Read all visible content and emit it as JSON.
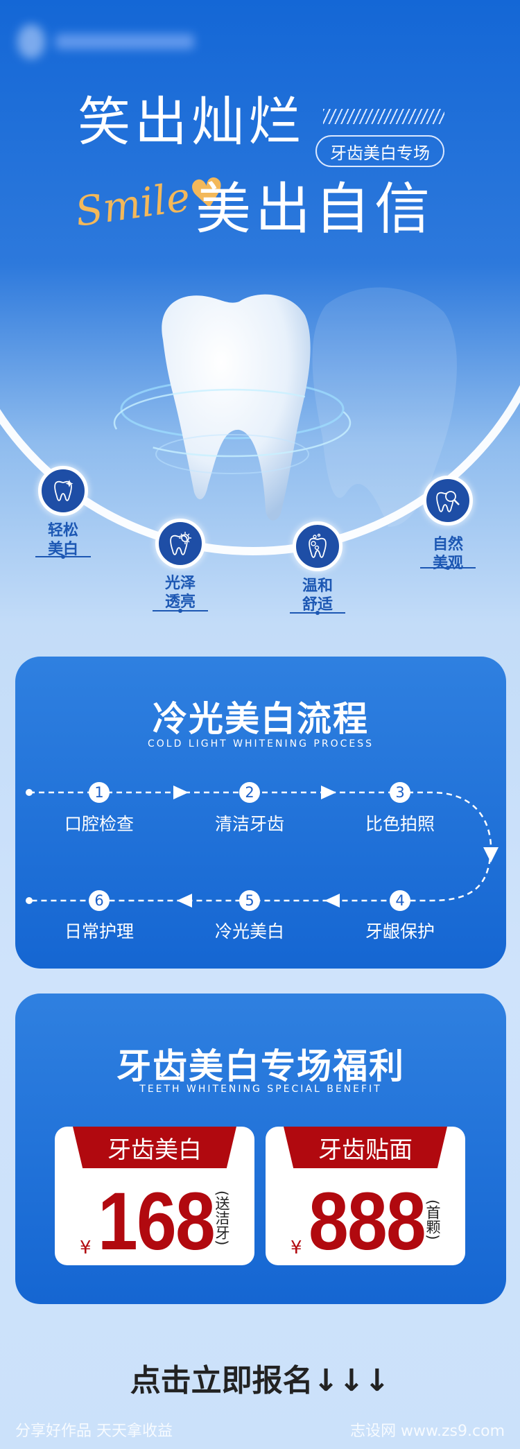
{
  "hero": {
    "title_line1": "笑出灿烂",
    "title_line2": "美出自信",
    "script": "Smile♥",
    "badge": "牙齿美白专场"
  },
  "features": [
    {
      "label1": "轻松",
      "label2": "美白",
      "icon": "tooth-sparkle-icon"
    },
    {
      "label1": "光泽",
      "label2": "透亮",
      "icon": "tooth-sun-icon"
    },
    {
      "label1": "温和",
      "label2": "舒适",
      "icon": "tooth-bubbles-icon"
    },
    {
      "label1": "自然",
      "label2": "美观",
      "icon": "tooth-magnifier-icon"
    }
  ],
  "process": {
    "title": "冷光美白流程",
    "subtitle": "COLD LIGHT WHITENING PROCESS",
    "steps": [
      {
        "n": "1",
        "label": "口腔检查"
      },
      {
        "n": "2",
        "label": "清洁牙齿"
      },
      {
        "n": "3",
        "label": "比色拍照"
      },
      {
        "n": "4",
        "label": "牙龈保护"
      },
      {
        "n": "5",
        "label": "冷光美白"
      },
      {
        "n": "6",
        "label": "日常护理"
      }
    ]
  },
  "benefit": {
    "title": "牙齿美白专场福利",
    "subtitle": "TEETH WHITENING SPECIAL BENEFIT",
    "offers": [
      {
        "name": "牙齿美白",
        "currency": "¥",
        "price": "168",
        "note": "(送洁牙)"
      },
      {
        "name": "牙齿贴面",
        "currency": "¥",
        "price": "888",
        "note": "(首颗)"
      }
    ]
  },
  "cta": "点击立即报名↓↓↓",
  "footer": {
    "left": "分享好作品 天天拿收益",
    "right": "志设网 www.zs9.com"
  },
  "colors": {
    "primary": "#1566d2",
    "price_red": "#b1090f",
    "accent": "#f3b85a"
  }
}
